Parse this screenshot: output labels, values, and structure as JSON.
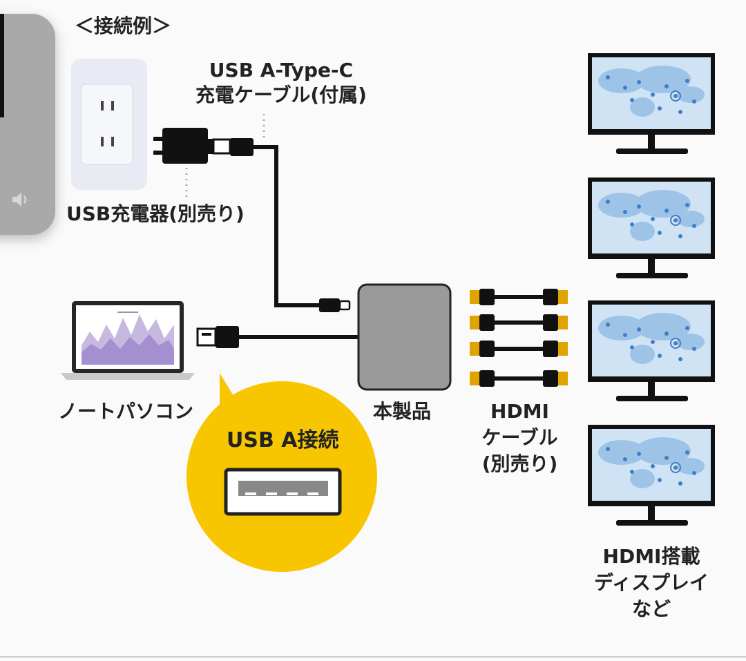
{
  "title": "＜接続例＞",
  "labels": {
    "cable_top_line1": "USB A-Type-C",
    "cable_top_line2": "充電ケーブル(付属)",
    "charger": "USB充電器(別売り)",
    "laptop": "ノートパソコン",
    "product": "本製品",
    "hdmi_line1": "HDMI",
    "hdmi_line2": "ケーブル",
    "hdmi_line3": "(別売り)",
    "display_line1": "HDMI搭載",
    "display_line2": "ディスプレイ",
    "display_line3": "など",
    "bubble": "USB A接続"
  },
  "icons": {
    "volume": "speaker-icon"
  },
  "colors": {
    "bubble": "#f7c600",
    "product": "#9a9a9a",
    "cable": "#111111",
    "hdmi_plug": "#e0a400",
    "monitor_screen": "#cfe3f4",
    "map_dot": "#3f7ec8"
  }
}
